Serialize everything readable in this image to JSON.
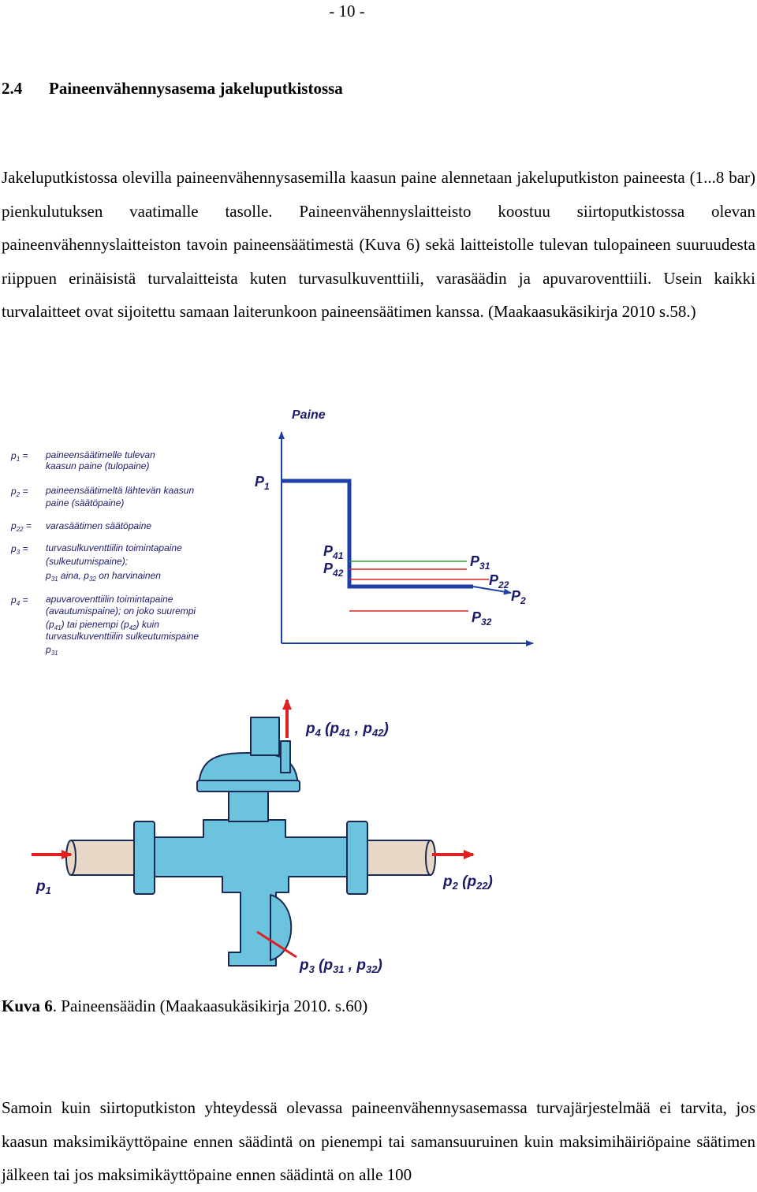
{
  "page_number": "- 10 -",
  "section": {
    "number": "2.4",
    "title": "Paineenvähennysasema jakeluputkistossa"
  },
  "paragraph1": "Jakeluputkistossa olevilla paineenvähennysasemilla kaasun paine alennetaan jakeluputkiston paineesta (1...8 bar) pienkulutuksen vaatimalle tasolle. Paineenvähennyslaitteisto koostuu siirtoputkistossa olevan paineenvähennyslaitteiston tavoin paineensäätimestä (Kuva 6) sekä laitteistolle tulevan tulopaineen suuruudesta riippuen erinäisistä turvalaitteista kuten turvasulkuventtiili, varasäädin ja apuvaroventtiili. Usein kaikki turvalaitteet ovat sijoitettu samaan laiterunkoon paineensäätimen kanssa. (Maakaasukäsikirja 2010 s.58.)",
  "legend": {
    "p1_key": "p",
    "p1_sub": "1",
    "p1_eq": " =",
    "p1_line1": "paineensäätimelle tulevan",
    "p1_line2": "kaasun paine (tulopaine)",
    "p2_key": "p",
    "p2_sub": "2",
    "p2_eq": " =",
    "p2_line1": "paineensäätimeltä lähtevän kaasun",
    "p2_line2": "paine (säätöpaine)",
    "p22_key": "p",
    "p22_sub": "22",
    "p22_eq": " =",
    "p22_line1": "varasäätimen säätöpaine",
    "p3_key": "p",
    "p3_sub": "3",
    "p3_eq": " =",
    "p3_line1": "turvasulkuventtiilin toimintapaine",
    "p3_line2": "(sulkeutumispaine);",
    "p3_line3_a": "p",
    "p3_line3_s1": "31",
    "p3_line3_b": " aina, p",
    "p3_line3_s2": "32",
    "p3_line3_c": " on harvinainen",
    "p4_key": "p",
    "p4_sub": "4",
    "p4_eq": " =",
    "p4_line1": "apuvaroventtiilin toimintapaine",
    "p4_line2": "(avautumispaine); on joko suurempi",
    "p4_line3_a": "(p",
    "p4_line3_s1": "41",
    "p4_line3_b": ") tai pienempi (p",
    "p4_line3_s2": "42",
    "p4_line3_c": ") kuin",
    "p4_line4": "turvasulkuventtiilin sulkeutumispaine",
    "p4_line5_a": "p",
    "p4_line5_s": "31"
  },
  "chart": {
    "axis_label": "Paine",
    "labels": {
      "P1": "P",
      "P1_sub": "1",
      "P41": "P",
      "P41_sub": "41",
      "P42": "P",
      "P42_sub": "42",
      "P31": "P",
      "P31_sub": "31",
      "P22": "P",
      "P22_sub": "22",
      "P2": "P",
      "P2_sub": "2",
      "P32": "P",
      "P32_sub": "32"
    }
  },
  "regulator": {
    "p4_label": "p",
    "p4_sub": "4",
    "p4_paren_a": " (p",
    "p4_paren_s1": "41",
    "p4_paren_b": " , p",
    "p4_paren_s2": "42",
    "p4_paren_c": ")",
    "p1_label": "p",
    "p1_sub": "1",
    "p2_label": "p",
    "p2_sub": "2",
    "p2_paren_a": " (p",
    "p2_paren_s": "22",
    "p2_paren_c": ")",
    "p3_label": "p",
    "p3_sub": "3",
    "p3_paren_a": " (p",
    "p3_paren_s1": "31",
    "p3_paren_b": " , p",
    "p3_paren_s2": "32",
    "p3_paren_c": ")"
  },
  "caption": {
    "bold": "Kuva 6",
    "text": ". Paineensäädin (Maakaasukäsikirja 2010. s.60)"
  },
  "paragraph2": "Samoin kuin siirtoputkiston yhteydessä olevassa paineenvähennysasemassa turvajärjestelmää ei tarvita, jos kaasun maksimikäyttöpaine ennen säädintä on pienempi tai samansuuruinen kuin maksimihäiriöpaine säätimen jälkeen tai jos maksimikäyttöpaine ennen säädintä on alle 100",
  "colors": {
    "blue": "#1f3fa8",
    "red": "#e02020",
    "green": "#2e9e3e",
    "body": "#6cc3de",
    "outline": "#1a2a55",
    "pipe": "#e7d7c6"
  }
}
